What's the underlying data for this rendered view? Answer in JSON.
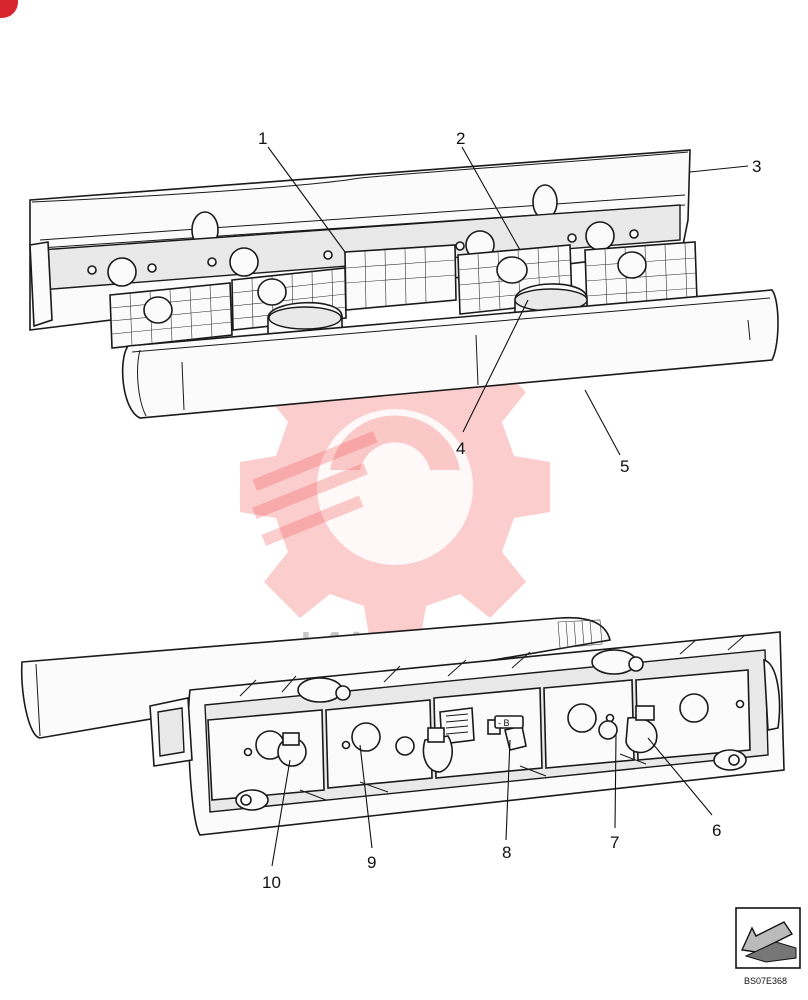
{
  "diagram": {
    "callouts": [
      {
        "id": "c1",
        "label": "1"
      },
      {
        "id": "c2",
        "label": "2"
      },
      {
        "id": "c3",
        "label": "3"
      },
      {
        "id": "c4",
        "label": "4"
      },
      {
        "id": "c5",
        "label": "5"
      },
      {
        "id": "c6",
        "label": "6"
      },
      {
        "id": "c7",
        "label": "7"
      },
      {
        "id": "c8",
        "label": "8"
      },
      {
        "id": "c9",
        "label": "9"
      },
      {
        "id": "c10",
        "label": "10"
      }
    ],
    "watermark_text": "ИНТЕХ",
    "figure_code": "BS07E368"
  },
  "colors": {
    "watermark": "#f04a4a",
    "line": "#1a1a1a",
    "badge": "#d8262e"
  }
}
